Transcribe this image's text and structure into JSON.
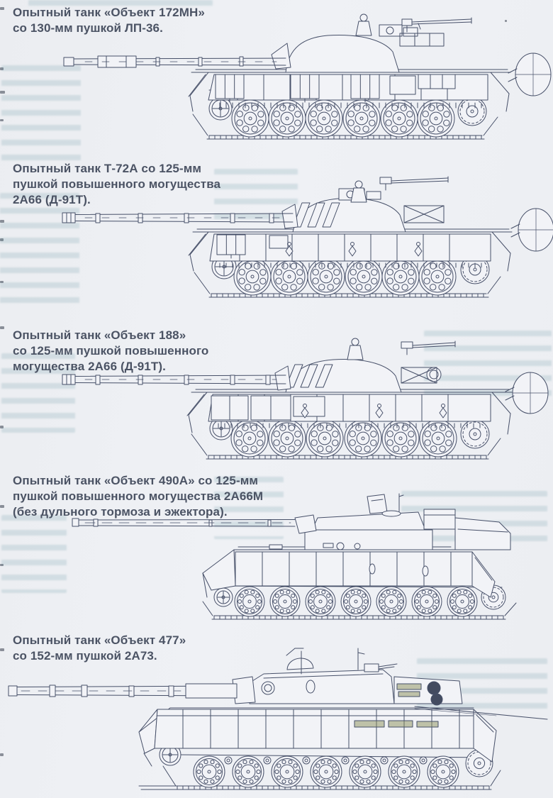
{
  "page": {
    "type": "book-figure-plate",
    "language": "ru",
    "background_color": "#edeff3",
    "ink_color": "#475069",
    "caption_color": "#4b5364"
  },
  "figures": [
    {
      "id": "object-172mn",
      "caption_lines": [
        "Опытный танк «Объект 172МН»",
        "со 130-мм пушкой ЛП-36."
      ]
    },
    {
      "id": "t-72a",
      "caption_lines": [
        "Опытный танк Т-72А со 125-мм",
        "пушкой повышенного могущества",
        "2А66 (Д-91Т)."
      ]
    },
    {
      "id": "object-188",
      "caption_lines": [
        "Опытный танк «Объект 188»",
        "со 125-мм пушкой повышенного",
        "могущества 2А66 (Д-91Т)."
      ]
    },
    {
      "id": "object-490a",
      "caption_lines": [
        "Опытный танк «Объект 490А» со 125-мм",
        "пушкой повышенного могущества 2А66М",
        "(без дульного тормоза и эжектора)."
      ]
    },
    {
      "id": "object-477",
      "caption_lines": [
        "Опытный танк «Объект 477»",
        "со 152-мм пушкой 2А73."
      ]
    }
  ]
}
